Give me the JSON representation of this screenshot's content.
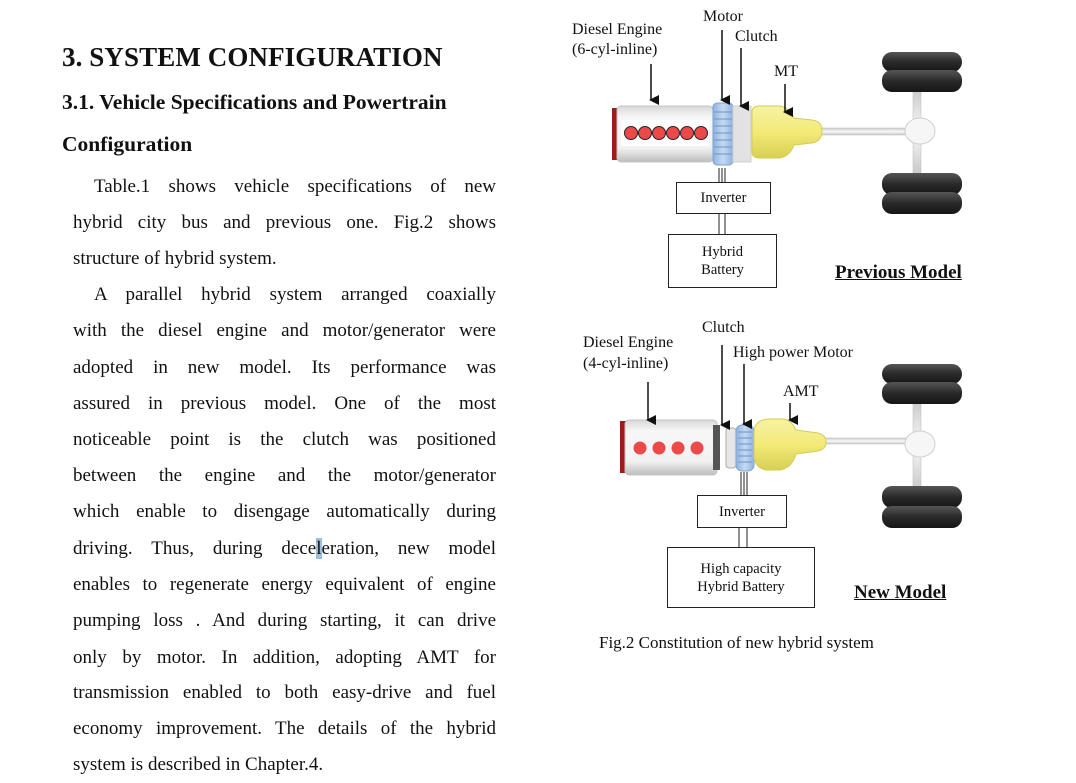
{
  "section": {
    "heading": "3. SYSTEM CONFIGURATION",
    "subheading_line1": "3.1. Vehicle Specifications and Powertrain",
    "subheading_line2": "Configuration"
  },
  "body_lines": [
    "Table.1 shows vehicle specifications of new",
    "hybrid city bus and previous one. Fig.2 shows",
    "structure of hybrid system.",
    "A parallel hybrid system arranged coaxially",
    "with the diesel engine and  motor/generator were",
    "adopted in new model. Its performance was",
    "assured in previous model.  One of the most",
    "noticeable point is the clutch was positioned",
    "between the engine and the motor/generator",
    "which enable to disengage automatically during",
    "driving. Thus, during dece",
    "l",
    "eration, new model",
    "enables to regenerate energy equivalent of engine",
    "pumping loss . And during starting, it can drive",
    "only by motor. In addition, adopting AMT for",
    "transmission enabled to both easy-drive and fuel",
    "economy improvement. The details of the hybrid",
    "system is described in Chapter.4."
  ],
  "figure": {
    "previous": {
      "engine_label_1": "Diesel Engine",
      "engine_label_2": "(6-cyl-inline)",
      "motor_label": "Motor",
      "clutch_label": "Clutch",
      "transmission_label": "MT",
      "inverter_label": "Inverter",
      "battery_label_1": "Hybrid",
      "battery_label_2": "Battery",
      "model_label": "Previous Model",
      "cylinders": 6
    },
    "new": {
      "engine_label_1": "Diesel Engine",
      "engine_label_2": "(4-cyl-inline)",
      "clutch_label": "Clutch",
      "motor_label": "High power Motor",
      "transmission_label": "AMT",
      "inverter_label": "Inverter",
      "battery_label_1": "High capacity",
      "battery_label_2": "Hybrid Battery",
      "model_label": "New Model",
      "cylinders": 4
    },
    "caption": "Fig.2 Constitution of new hybrid system"
  },
  "colors": {
    "cylinder": "#ec4a4a",
    "motor": "#a9c8ec",
    "transmission": "#f2ec82",
    "tire": "#2e2e2e",
    "selection_highlight": "#9fbcd8"
  }
}
